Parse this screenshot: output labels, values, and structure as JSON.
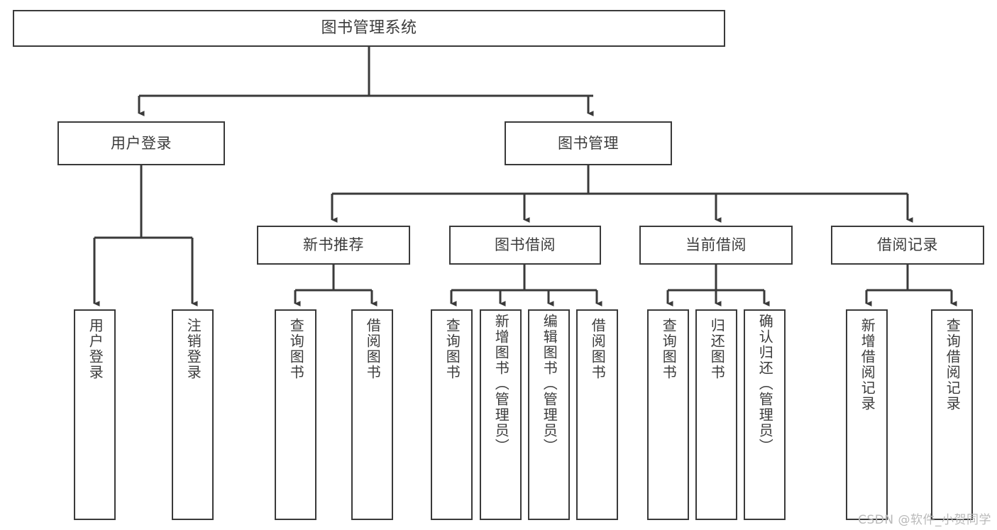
{
  "diagram": {
    "type": "tree",
    "title": "图书管理系统",
    "orientation": "top-down",
    "watermark": "CSDN @软件_小贺同学",
    "colors": {
      "background": "#ffffff",
      "box_border": "#3a3a3a",
      "box_fill": "#ffffff",
      "text": "#3c3c3c",
      "connector": "#3a3a3a",
      "watermark": "#b9b9b9"
    },
    "nodes": {
      "root": {
        "label": "图书管理系统",
        "level": 1
      },
      "level2": [
        {
          "id": "user-login",
          "label": "用户登录"
        },
        {
          "id": "book-manage",
          "label": "图书管理"
        }
      ],
      "level3": [
        {
          "id": "new-book-rec",
          "label": "新书推荐",
          "parent": "book-manage"
        },
        {
          "id": "book-borrow",
          "label": "图书借阅",
          "parent": "book-manage"
        },
        {
          "id": "current-borrow",
          "label": "当前借阅",
          "parent": "book-manage"
        },
        {
          "id": "borrow-record",
          "label": "借阅记录",
          "parent": "book-manage"
        }
      ],
      "leaves": [
        {
          "id": "leaf-user-login",
          "label": "用户登录",
          "parent": "user-login"
        },
        {
          "id": "leaf-logout",
          "label": "注销登录",
          "parent": "user-login"
        },
        {
          "id": "leaf-query-book-1",
          "label": "查询图书",
          "parent": "new-book-rec"
        },
        {
          "id": "leaf-borrow-book-1",
          "label": "借阅图书",
          "parent": "new-book-rec"
        },
        {
          "id": "leaf-query-book-2",
          "label": "查询图书",
          "parent": "book-borrow"
        },
        {
          "id": "leaf-add-book",
          "label": "新增图书（管理员）",
          "parent": "book-borrow"
        },
        {
          "id": "leaf-edit-book",
          "label": "编辑图书（管理员）",
          "parent": "book-borrow"
        },
        {
          "id": "leaf-borrow-book-2",
          "label": "借阅图书",
          "parent": "book-borrow"
        },
        {
          "id": "leaf-query-book-3",
          "label": "查询图书",
          "parent": "current-borrow"
        },
        {
          "id": "leaf-return-book",
          "label": "归还图书",
          "parent": "current-borrow"
        },
        {
          "id": "leaf-confirm-return",
          "label": "确认归还（管理员）",
          "parent": "current-borrow"
        },
        {
          "id": "leaf-add-record",
          "label": "新增借阅记录",
          "parent": "borrow-record"
        },
        {
          "id": "leaf-query-record",
          "label": "查询借阅记录",
          "parent": "borrow-record"
        }
      ]
    }
  }
}
